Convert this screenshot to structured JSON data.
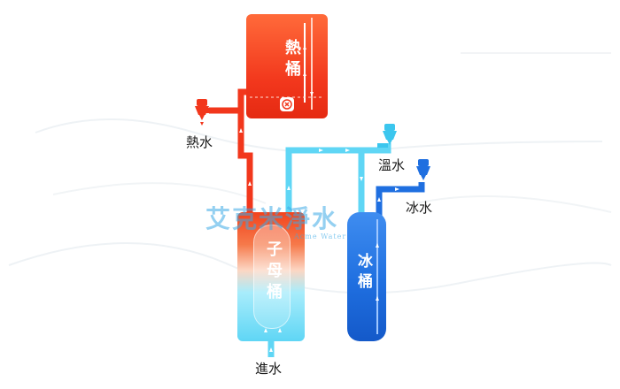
{
  "diagram": {
    "tanks": {
      "hot": "熱桶",
      "mother": "子母桶",
      "ice": "冰桶"
    },
    "outlets": {
      "hot": "熱水",
      "warm": "溫水",
      "ice": "冰水"
    },
    "inlet": "進水",
    "watermark": {
      "main": "艾克米淨水",
      "sub": "Acme Water"
    },
    "colors": {
      "hot": "#f2371c",
      "warm_cold": "#5fd6f5",
      "ice": "#1f6fe0"
    },
    "icons": [
      "hot-faucet-icon",
      "warm-faucet-icon",
      "ice-faucet-icon",
      "heater-icon"
    ]
  }
}
